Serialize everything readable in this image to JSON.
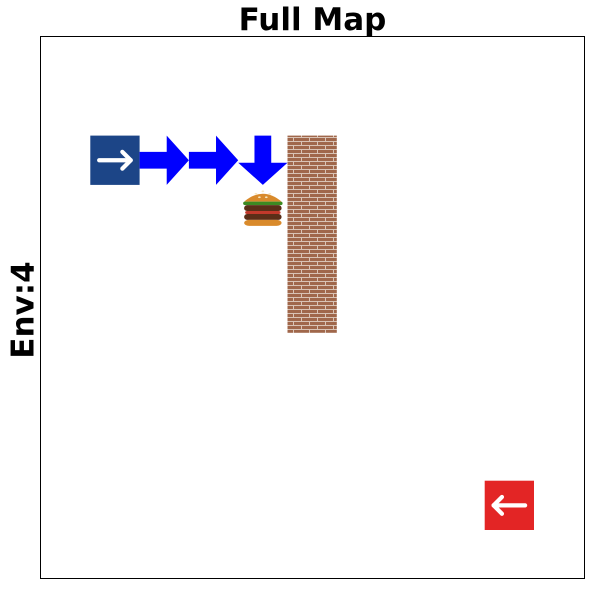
{
  "title": "Full Map",
  "ylabel": "Env:4",
  "grid": {
    "cols": 11,
    "rows": 11
  },
  "colors": {
    "start": "#1c4587",
    "goal": "#e32525",
    "path_arrow": "#0000ff",
    "wall_brick": "#a0674b",
    "wall_mortar": "#d9c3b5"
  },
  "map": {
    "start": {
      "col": 1,
      "row": 2,
      "direction": "right",
      "icon": "arrow-right-icon"
    },
    "goal": {
      "col": 9,
      "row": 9,
      "direction": "left",
      "icon": "arrow-left-icon"
    },
    "path": [
      {
        "col": 2,
        "row": 2,
        "direction": "right"
      },
      {
        "col": 3,
        "row": 2,
        "direction": "right"
      },
      {
        "col": 4,
        "row": 2,
        "direction": "down"
      }
    ],
    "food": {
      "col": 4,
      "row": 3,
      "icon": "burger-icon"
    },
    "wall": {
      "col": 5,
      "row_start": 2,
      "row_end": 5
    }
  }
}
